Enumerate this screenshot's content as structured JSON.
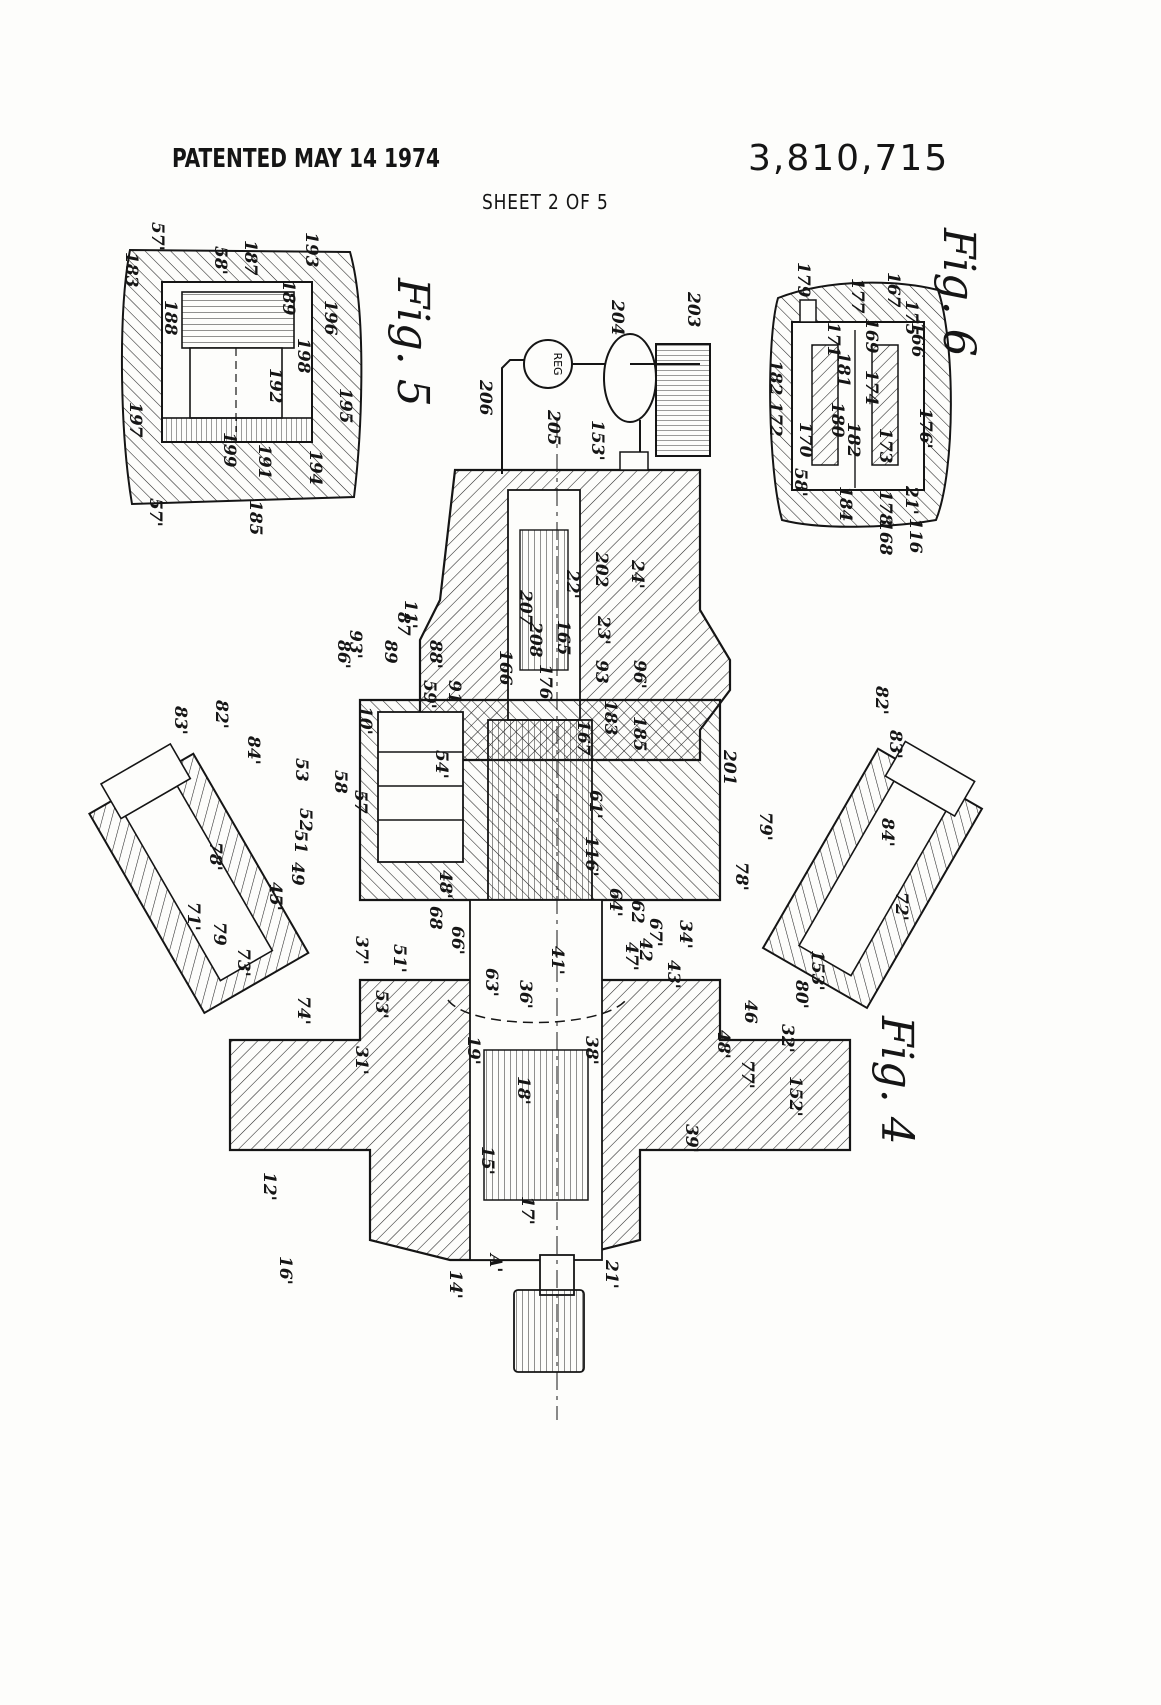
{
  "header": {
    "patented": "PATENTED MAY 14 1974",
    "patent_number": "3,810,715",
    "sheet": "SHEET 2 OF 5"
  },
  "figures": [
    {
      "label": "Fig. 5"
    },
    {
      "label": "Fig. 6"
    },
    {
      "label": "Fig. 4"
    }
  ],
  "colors": {
    "ink": "#151515",
    "paper": "#fdfdfb"
  }
}
